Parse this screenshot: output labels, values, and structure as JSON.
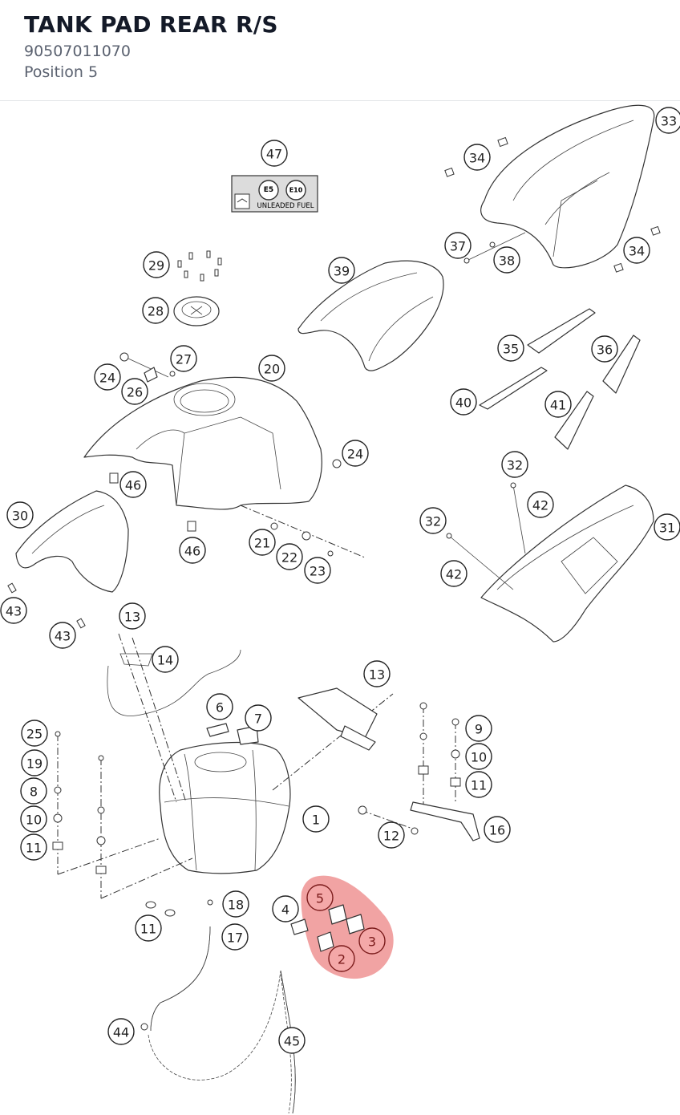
{
  "part": {
    "title": "TANK PAD REAR R/S",
    "number": "90507011070",
    "position_label": "Position 5"
  },
  "diagram": {
    "highlight_color": "#e86a6a",
    "highlighted_positions": [
      "5",
      "2",
      "3"
    ],
    "label_plate": {
      "badge_1": "E5",
      "badge_2": "E10",
      "text": "UNLEADED FUEL"
    },
    "callouts": [
      {
        "id": "47",
        "label": "47"
      },
      {
        "id": "34a",
        "label": "34"
      },
      {
        "id": "33",
        "label": "33"
      },
      {
        "id": "29",
        "label": "29"
      },
      {
        "id": "39",
        "label": "39"
      },
      {
        "id": "37",
        "label": "37"
      },
      {
        "id": "38",
        "label": "38"
      },
      {
        "id": "34b",
        "label": "34"
      },
      {
        "id": "28",
        "label": "28"
      },
      {
        "id": "27",
        "label": "27"
      },
      {
        "id": "24a",
        "label": "24"
      },
      {
        "id": "20",
        "label": "20"
      },
      {
        "id": "26",
        "label": "26"
      },
      {
        "id": "35",
        "label": "35"
      },
      {
        "id": "36",
        "label": "36"
      },
      {
        "id": "40",
        "label": "40"
      },
      {
        "id": "41",
        "label": "41"
      },
      {
        "id": "24b",
        "label": "24"
      },
      {
        "id": "46a",
        "label": "46"
      },
      {
        "id": "32a",
        "label": "32"
      },
      {
        "id": "30",
        "label": "30"
      },
      {
        "id": "42a",
        "label": "42"
      },
      {
        "id": "32b",
        "label": "32"
      },
      {
        "id": "31",
        "label": "31"
      },
      {
        "id": "21",
        "label": "21"
      },
      {
        "id": "46b",
        "label": "46"
      },
      {
        "id": "22",
        "label": "22"
      },
      {
        "id": "42b",
        "label": "42"
      },
      {
        "id": "23",
        "label": "23"
      },
      {
        "id": "43a",
        "label": "43"
      },
      {
        "id": "13a",
        "label": "13"
      },
      {
        "id": "43b",
        "label": "43"
      },
      {
        "id": "14",
        "label": "14"
      },
      {
        "id": "13b",
        "label": "13"
      },
      {
        "id": "6",
        "label": "6"
      },
      {
        "id": "7",
        "label": "7"
      },
      {
        "id": "25",
        "label": "25"
      },
      {
        "id": "9",
        "label": "9"
      },
      {
        "id": "19",
        "label": "19"
      },
      {
        "id": "10a",
        "label": "10"
      },
      {
        "id": "8",
        "label": "8"
      },
      {
        "id": "11a",
        "label": "11"
      },
      {
        "id": "10b",
        "label": "10"
      },
      {
        "id": "1",
        "label": "1"
      },
      {
        "id": "16",
        "label": "16"
      },
      {
        "id": "11b",
        "label": "11"
      },
      {
        "id": "12",
        "label": "12"
      },
      {
        "id": "5",
        "label": "5"
      },
      {
        "id": "4",
        "label": "4"
      },
      {
        "id": "18",
        "label": "18"
      },
      {
        "id": "3",
        "label": "3"
      },
      {
        "id": "11c",
        "label": "11"
      },
      {
        "id": "17",
        "label": "17"
      },
      {
        "id": "2",
        "label": "2"
      },
      {
        "id": "44",
        "label": "44"
      },
      {
        "id": "45",
        "label": "45"
      }
    ]
  }
}
